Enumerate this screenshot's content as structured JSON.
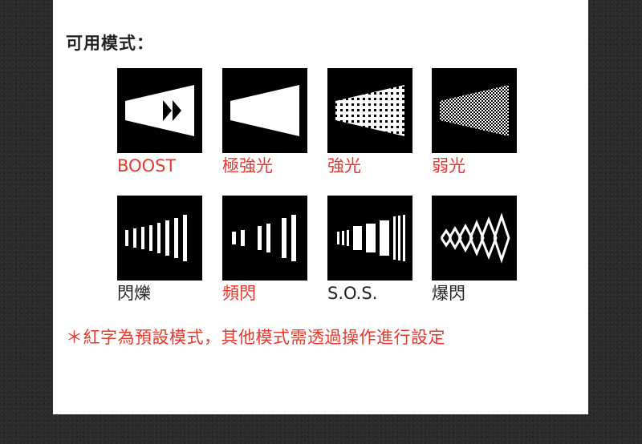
{
  "heading": "可用模式：",
  "modes": [
    {
      "label": "BOOST",
      "default": true
    },
    {
      "label": "極強光",
      "default": true
    },
    {
      "label": "強光",
      "default": true
    },
    {
      "label": "弱光",
      "default": true
    },
    {
      "label": "閃爍",
      "default": false
    },
    {
      "label": "頻閃",
      "default": true
    },
    {
      "label": "S.O.S.",
      "default": false
    },
    {
      "label": "爆閃",
      "default": false
    }
  ],
  "note": "＊紅字為預設模式，其他模式需透過操作進行設定",
  "colors": {
    "accent": "#e8382c",
    "text": "#222222",
    "tile": "#000000",
    "panel": "#ffffff"
  }
}
